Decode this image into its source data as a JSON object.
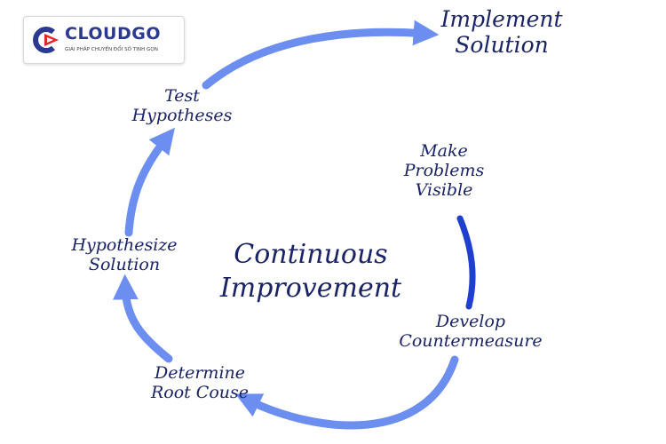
{
  "logo": {
    "name": "CLOUDGO",
    "tagline": "GIẢI PHÁP CHUYỂN ĐỔI SỐ TINH GỌN",
    "colors": {
      "brand_blue": "#2b3990",
      "brand_red": "#e3262b"
    }
  },
  "diagram": {
    "center": [
      "Continuous",
      "Improvement"
    ],
    "steps": {
      "make_problems_visible": [
        "Make",
        "Problems",
        "Visible"
      ],
      "develop_countermeasure": [
        "Develop",
        "Countermeasure"
      ],
      "determine_root_cause": [
        "Determine",
        "Root Couse"
      ],
      "hypothesize_solution": [
        "Hypothesize",
        "Solution"
      ],
      "test_hypotheses": [
        "Test",
        "Hypotheses"
      ],
      "implement_solution": [
        "Implement",
        "Solution"
      ]
    },
    "colors": {
      "text": "#1a2366",
      "arrow_light": "#6b8ef0",
      "arrow_dark": "#1f3fcf"
    }
  }
}
